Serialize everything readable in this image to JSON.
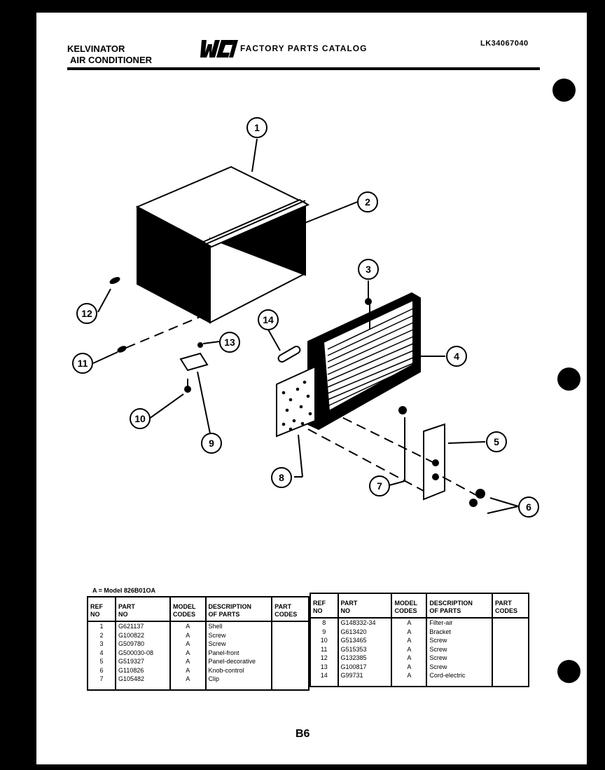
{
  "header": {
    "brand_line1": "KELVINATOR",
    "brand_line2": "AIR CONDITIONER",
    "catalog_title": "FACTORY PARTS CATALOG",
    "catalog_number": "LK34067040"
  },
  "table": {
    "model_note": "A = Model 826B01OA",
    "columns": [
      "REF\nNO",
      "PART\nNO",
      "MODEL\nCODES",
      "DESCRIPTION\nOF PARTS",
      "PART\nCODES"
    ],
    "left": {
      "refs": "1\n2\n3\n4\n5\n6\n7",
      "parts": "G621137\nG100822\nG509780\nG500030-08\nG519327\nG110826\nG105482",
      "models": "A\nA\nA\nA\nA\nA\nA",
      "descriptions": "Shell\nScrew\nScrew\nPanel-front\nPanel-decorative\nKnob-control\nClip"
    },
    "right": {
      "refs": "8\n9\n10\n11\n12\n13\n14",
      "parts": "G148332-34\nG613420\nG513465\nG515353\nG132385\nG100817\nG99731",
      "models": "A\nA\nA\nA\nA\nA\nA",
      "descriptions": "Filter-air\nBracket\nScrew\nScrew\nScrew\nScrew\nCord-electric"
    }
  },
  "footer": {
    "page": "B6"
  }
}
